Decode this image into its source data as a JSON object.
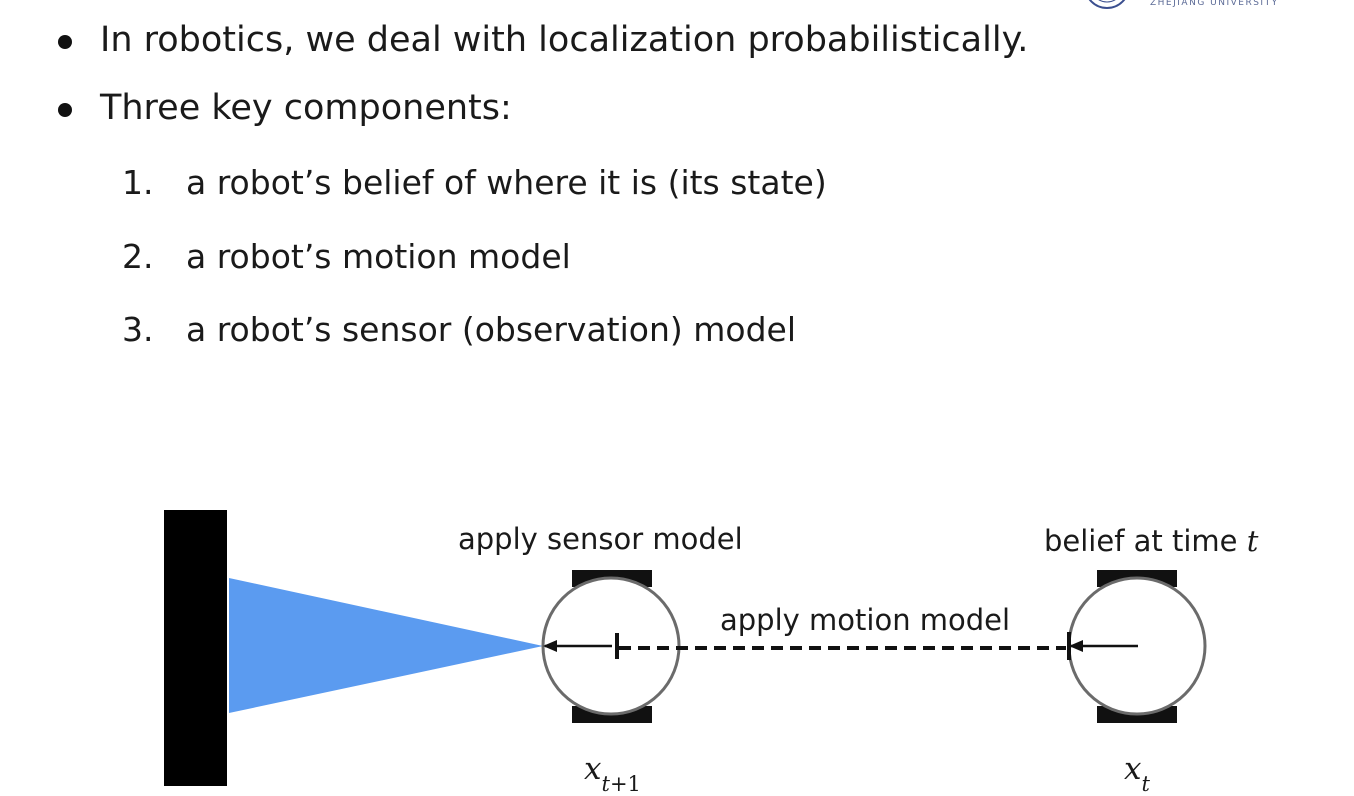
{
  "header": {
    "university_name": "ZHEJIANG UNIVERSITY"
  },
  "bullets": [
    {
      "text": "In robotics, we deal with localization probabilistically."
    },
    {
      "text": "Three key components:"
    }
  ],
  "components": [
    {
      "number": "1.",
      "text": "a robot’s belief of where it is (its state)"
    },
    {
      "number": "2.",
      "text": "a robot’s motion model"
    },
    {
      "number": "3.",
      "text": "a robot’s sensor (observation) model"
    }
  ],
  "diagram": {
    "sensor_label": "apply sensor model",
    "belief_label": "belief at time",
    "belief_var": "t",
    "motion_label": "apply motion model",
    "next_state": {
      "base": "x",
      "sub_var": "t",
      "sub_rest": "+1"
    },
    "current_state": {
      "base": "x",
      "sub_var": "t"
    },
    "colors": {
      "sensor_cone": "#5b9bf0",
      "wall": "#000000",
      "robot_outline": "#6b6b6b",
      "wheel": "#111111"
    }
  }
}
